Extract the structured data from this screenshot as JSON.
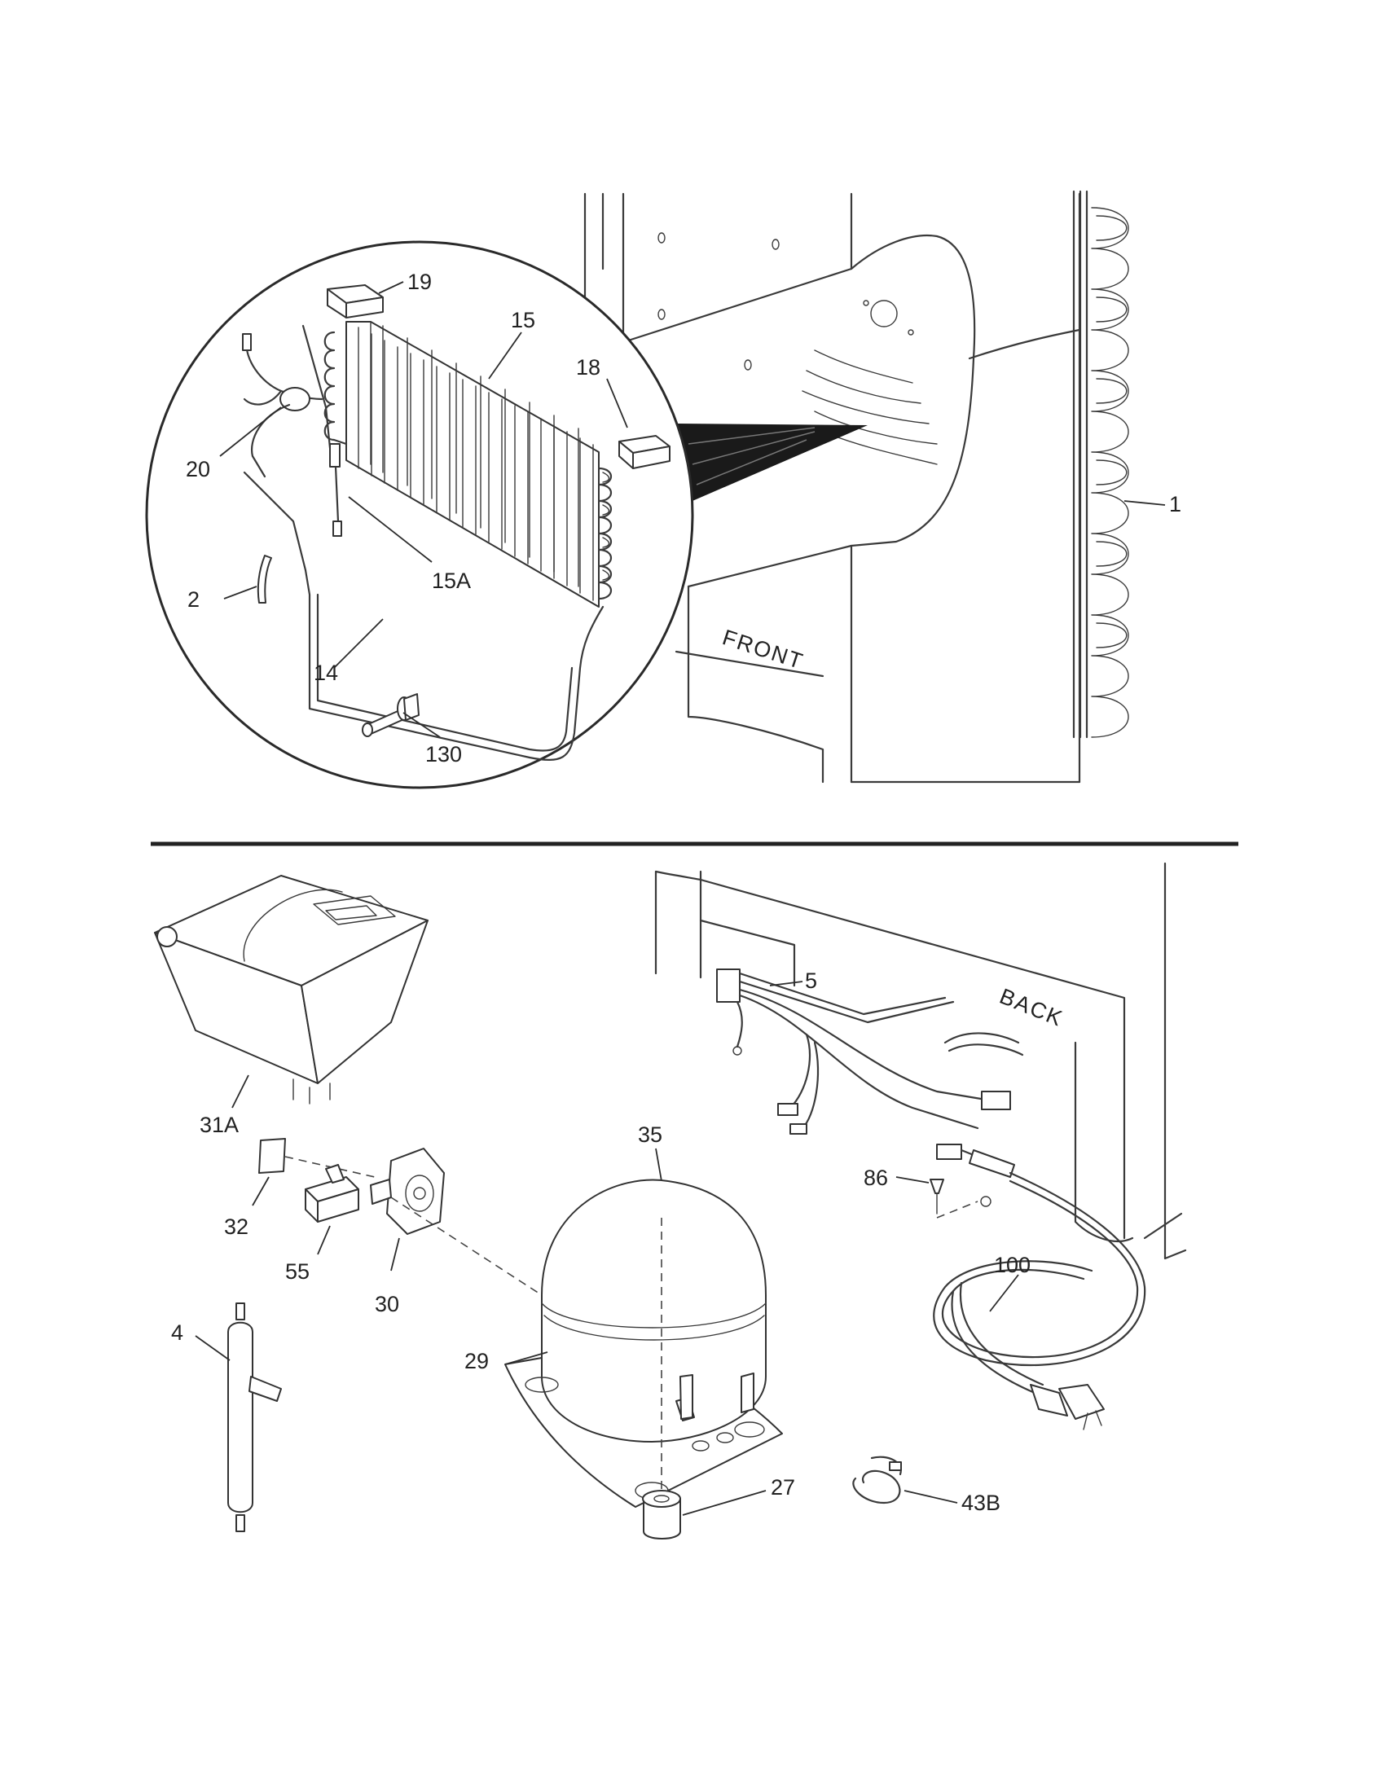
{
  "callouts": {
    "c1": "1",
    "c2": "2",
    "c4": "4",
    "c5": "5",
    "c14": "14",
    "c15": "15",
    "c15A": "15A",
    "c18": "18",
    "c19": "19",
    "c20": "20",
    "c27": "27",
    "c29": "29",
    "c30": "30",
    "c31A": "31A",
    "c32": "32",
    "c35": "35",
    "c43B": "43B",
    "c55": "55",
    "c86": "86",
    "c100": "100",
    "c130": "130"
  },
  "annotations": {
    "front": "FRONT",
    "back": "BACK"
  }
}
